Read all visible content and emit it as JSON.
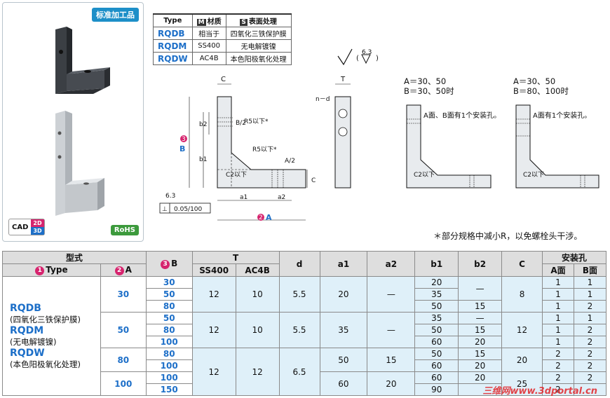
{
  "badges": {
    "standard": "标准加工品",
    "cad": "CAD",
    "cad_2d": "2D",
    "cad_3d": "3D",
    "rohs": "RoHS"
  },
  "material_table": {
    "headers": {
      "type": "Type",
      "material_letter": "M",
      "material": "材质",
      "surface_letter": "S",
      "surface": "表面处理"
    },
    "rows": [
      {
        "code": "RQDB",
        "material": "相当于",
        "surface": "四氧化三铁保护膜"
      },
      {
        "code": "RQDM",
        "material": "SS400",
        "surface": "无电解镀镍"
      },
      {
        "code": "RQDW",
        "material": "AC4B",
        "surface": "本色阳极氧化处理"
      }
    ]
  },
  "drawing": {
    "roughness": "6.3",
    "labels": {
      "C": "C",
      "T": "T",
      "b2": "b2",
      "b1": "b1",
      "B_half": "B/2",
      "A_half": "A/2",
      "B": "B",
      "A": "A",
      "r5_top": "R5以下*",
      "r5_mid": "R5以下*",
      "c2": "C2以下",
      "a1": "a1",
      "a2": "a2",
      "flatness": "0.05/100",
      "datum": "⊥",
      "n_d": "n－d",
      "num_b": "3",
      "num_a": "2"
    }
  },
  "notes": {
    "case1": {
      "a": "A＝30、50",
      "b": "B＝30、50时",
      "hole": "A面、B面有1个安装孔。",
      "c2": "C2以下"
    },
    "case2": {
      "a": "A＝30、50",
      "b": "B＝80、100时",
      "hole": "A面有1个安装孔。",
      "c2": "C2以下"
    },
    "footnote": "＊部分规格中减小R，以免螺栓头干涉。"
  },
  "spec_table": {
    "headers": {
      "model": "型式",
      "type": "Type",
      "A": "A",
      "B": "B",
      "T": "T",
      "ss400": "SS400",
      "ac4b": "AC4B",
      "d": "d",
      "a1": "a1",
      "a2": "a2",
      "b1": "b1",
      "b2": "b2",
      "C": "C",
      "mount": "安装孔",
      "face_a": "A面",
      "face_b": "B面",
      "num1": "1",
      "num2": "2",
      "num3": "3"
    },
    "types": [
      {
        "code": "RQDB",
        "desc": "(四氧化三铁保护膜)"
      },
      {
        "code": "RQDM",
        "desc": "(无电解镀镍)"
      },
      {
        "code": "RQDW",
        "desc": "(本色阳极氧化处理)"
      }
    ],
    "groups": [
      {
        "A": "30",
        "T_ss": "12",
        "T_ac": "10",
        "d": "5.5",
        "a1": "20",
        "a2": "—",
        "rows": [
          {
            "B": "30",
            "b1": "20",
            "b2": "—",
            "C": "8",
            "fa": "1",
            "fb": "1"
          },
          {
            "B": "50",
            "b1": "35",
            "fa": "1",
            "fb": "1"
          },
          {
            "B": "80",
            "b1": "50",
            "b2": "15",
            "fa": "1",
            "fb": "2"
          }
        ]
      },
      {
        "A": "50",
        "T_ss": "12",
        "T_ac": "10",
        "d": "5.5",
        "a1": "35",
        "a2": "—",
        "rows": [
          {
            "B": "50",
            "b1": "35",
            "b2": "—",
            "C": "12",
            "fa": "1",
            "fb": "1"
          },
          {
            "B": "80",
            "b1": "50",
            "b2": "15",
            "fa": "1",
            "fb": "2"
          },
          {
            "B": "100",
            "b1": "60",
            "b2": "20",
            "fa": "1",
            "fb": "2"
          }
        ]
      },
      {
        "A": "80",
        "T_ss": "12",
        "T_ac": "12",
        "d": "6.5",
        "a1": "50",
        "a2": "15",
        "rows": [
          {
            "B": "80",
            "b1": "50",
            "b2": "15",
            "C": "20",
            "fa": "2",
            "fb": "2"
          },
          {
            "B": "100",
            "b1": "60",
            "b2": "20",
            "fa": "2",
            "fb": "2"
          }
        ]
      },
      {
        "A": "100",
        "a1": "60",
        "a2": "20",
        "rows": [
          {
            "B": "100",
            "b1": "60",
            "b2": "20",
            "C": "25",
            "fa": "2",
            "fb": "2"
          },
          {
            "B": "150",
            "b1": "90",
            "b2": "",
            "fa": "2",
            "fb": ""
          }
        ]
      }
    ]
  },
  "watermark": "三维网www.3dportal.cn",
  "colors": {
    "accent_blue": "#1d6fc8",
    "magenta": "#d6246e",
    "table_blue": "#dff0f9",
    "header_gray": "#dedede"
  }
}
